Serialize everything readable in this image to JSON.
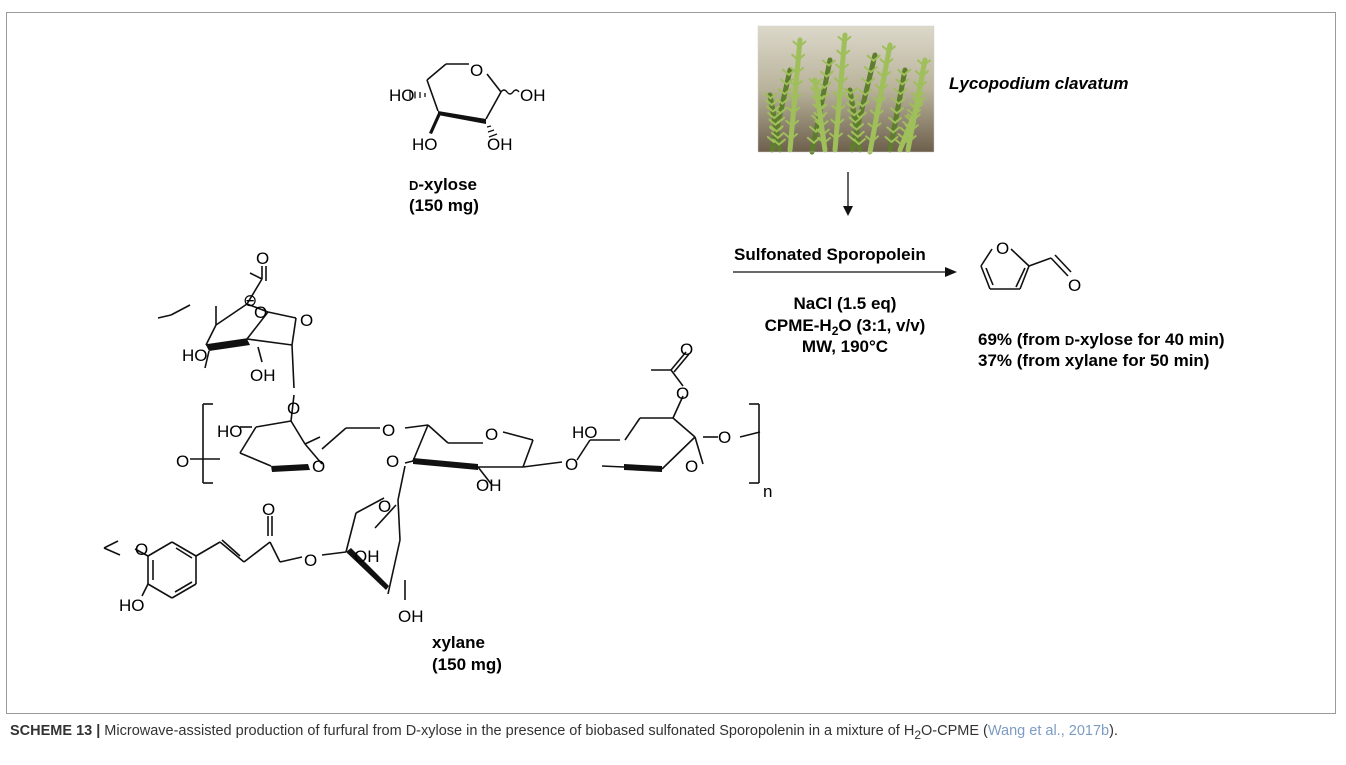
{
  "reactant_xylose": {
    "name_small_caps": "D",
    "name_rest": "-xylose",
    "amount": "(150 mg)",
    "labels": {
      "ho_left": "HO",
      "o_ring": "O",
      "oh_anomeric": "OH",
      "ho_bottom": "HO",
      "oh_bottom": "OH"
    }
  },
  "reactant_xylane": {
    "name": "xylane",
    "amount": "(150 mg)",
    "labels": {
      "o": "O",
      "oh": "OH",
      "ho": "HO",
      "n": "n",
      "charge": "⊖"
    }
  },
  "source_plant": {
    "name": "Lycopodium clavatum",
    "photo_colors": {
      "moss_light": "#9fbf5a",
      "moss_dark": "#5e7d2e",
      "ground": "#7a6a55",
      "sky": "#d9d4c6"
    }
  },
  "catalyst": {
    "name": "Sulfonated Sporopolein"
  },
  "conditions": {
    "line1": "NaCl (1.5 eq)",
    "line2_pre": "CPME-H",
    "line2_sub": "2",
    "line2_post": "O (3:1, v/v)",
    "line3": "MW, 190°C"
  },
  "product": {
    "ring_o": "O",
    "aldehyde_o": "O",
    "yield1_pre": "69% (from ",
    "yield1_sc": "D",
    "yield1_post": "-xylose for 40 min)",
    "yield2": "37% (from xylane for 50 min)"
  },
  "caption": {
    "lead": "SCHEME 13 |",
    "text_pre": " Microwave-assisted production of furfural from D-xylose in the presence of biobased sulfonated Sporopolenin in a mixture of H",
    "text_sub": "2",
    "text_post": "O-CPME (",
    "citation": "Wang et al., 2017b",
    "text_end": ")."
  }
}
